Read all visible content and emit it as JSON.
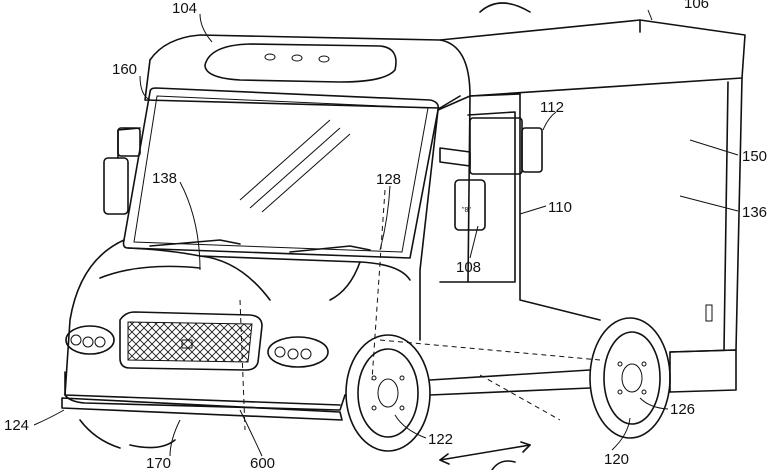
{
  "references": {
    "r104": "104",
    "r106": "106",
    "r160": "160",
    "r112": "112",
    "r150": "150",
    "r138": "138",
    "r128": "128",
    "r110": "110",
    "r136": "136",
    "r108": "108",
    "r124": "124",
    "r126": "126",
    "r122": "122",
    "r120": "120",
    "r170": "170",
    "r600": "600"
  },
  "door_tag": "\"8\""
}
